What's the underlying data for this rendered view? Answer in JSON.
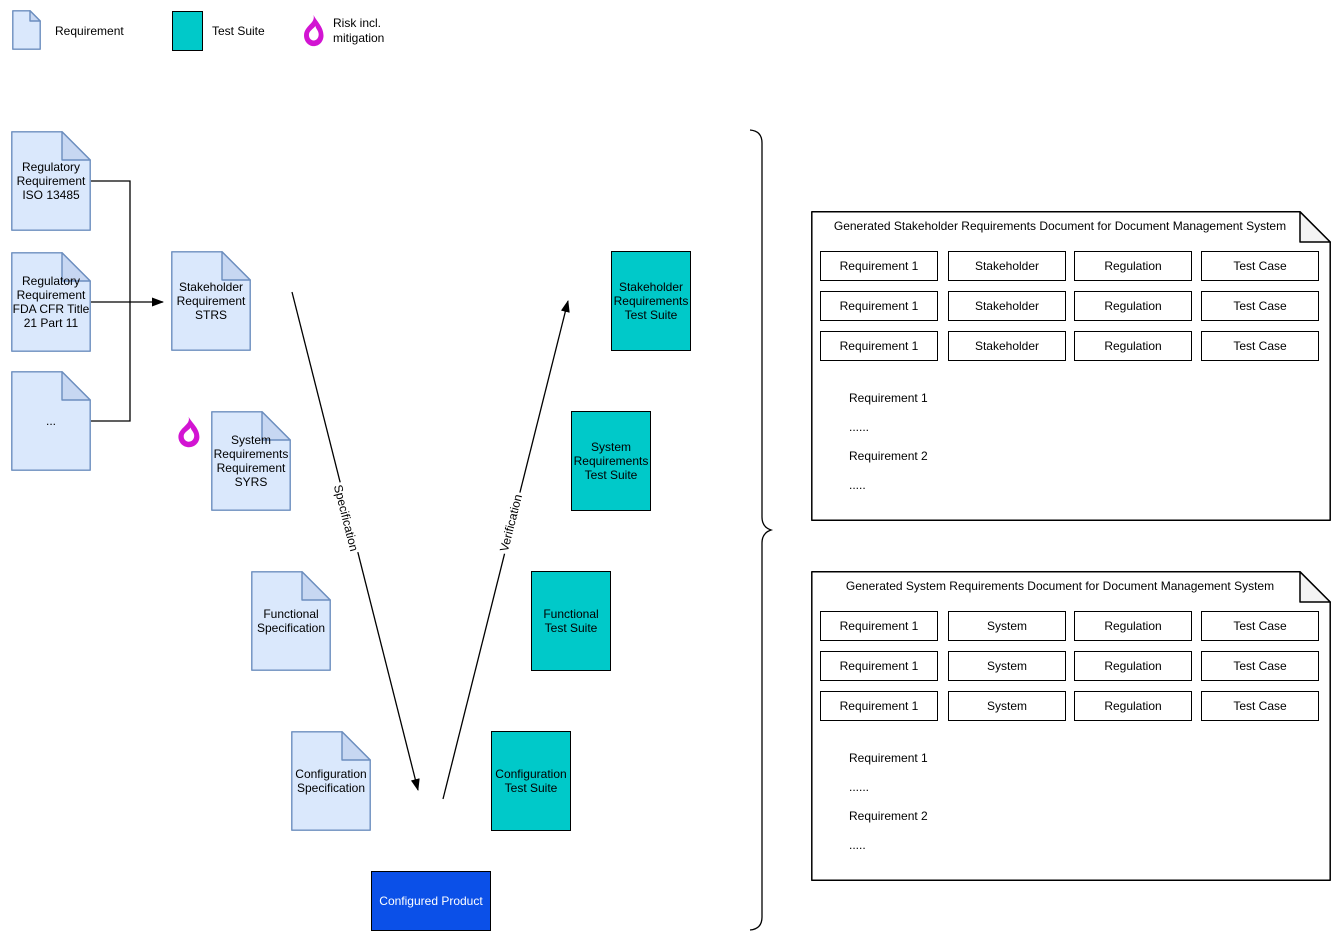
{
  "colors": {
    "requirement_fill": "#dae8fc",
    "requirement_stroke": "#6c8ebf",
    "requirement_fold": "#c7d7f2",
    "test_suite_fill": "#00c9c9",
    "shape_stroke": "#000000",
    "risk_flame": "#d214d2",
    "product_fill": "#0b50e8",
    "product_text": "#ffffff",
    "panel_fill": "#ffffff",
    "panel_fold": "#f4f4f4",
    "line_color": "#000000",
    "text_color": "#000000"
  },
  "legend": {
    "requirement_label": "Requirement",
    "test_suite_label": "Test Suite",
    "risk_label": "Risk incl.\nmitigation"
  },
  "left_docs": [
    "Regulatory Requirement ISO 13485",
    "Regulatory Requirement FDA CFR Title 21 Part 11",
    "..."
  ],
  "mid_docs": [
    "Stakeholder Requirement STRS",
    "System Requirements Requirement SYRS",
    "Functional Specification",
    "Configuration Specification"
  ],
  "test_suites": [
    "Stakeholder Requirements Test Suite",
    "System Requirements Test Suite",
    "Functional Test Suite",
    "Configuration Test Suite"
  ],
  "product_label": "Configured Product",
  "edge_labels": {
    "specification": "Specification",
    "verification": "Verification"
  },
  "panels": [
    {
      "title": "Generated Stakeholder Requirements Document for Document Management System",
      "rows": [
        [
          "Requirement 1",
          "Stakeholder",
          "Regulation",
          "Test Case"
        ],
        [
          "Requirement 1",
          "Stakeholder",
          "Regulation",
          "Test Case"
        ],
        [
          "Requirement 1",
          "Stakeholder",
          "Regulation",
          "Test Case"
        ]
      ],
      "body_lines": [
        "Requirement 1",
        "......",
        "Requirement 2",
        "....."
      ]
    },
    {
      "title": "Generated System Requirements Document for Document Management System",
      "rows": [
        [
          "Requirement 1",
          "System",
          "Regulation",
          "Test Case"
        ],
        [
          "Requirement 1",
          "System",
          "Regulation",
          "Test Case"
        ],
        [
          "Requirement 1",
          "System",
          "Regulation",
          "Test Case"
        ]
      ],
      "body_lines": [
        "Requirement 1",
        "......",
        "Requirement 2",
        "....."
      ]
    }
  ]
}
